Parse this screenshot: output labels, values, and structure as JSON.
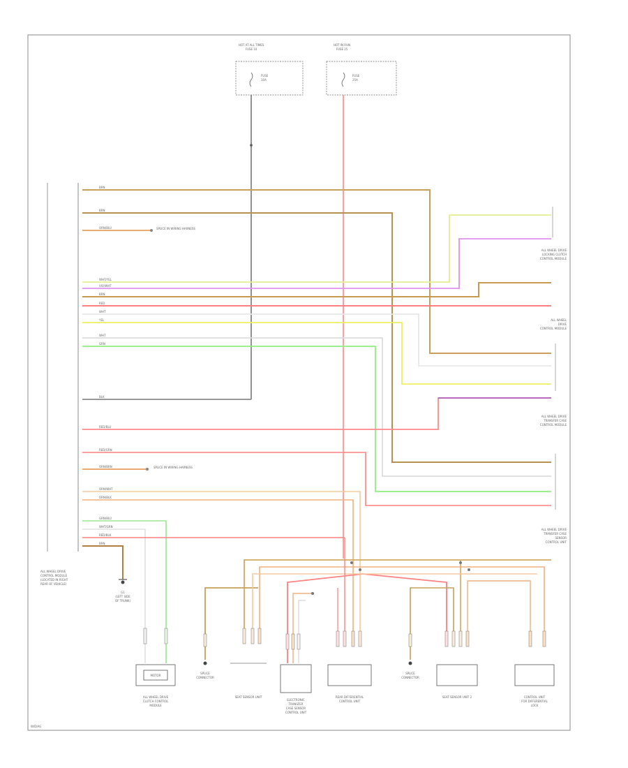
{
  "diagram": {
    "fuse_a": {
      "title": [
        "HOT AT ALL TIMES",
        "FUSE 10"
      ],
      "label": [
        "FUSE",
        "10A"
      ]
    },
    "fuse_b": {
      "title": [
        "HOT IN RUN",
        "FUSE 25"
      ],
      "label": [
        "FUSE",
        "25A"
      ]
    },
    "main_module": [
      "ALL WHEEL DRIVE",
      "CONTROL MODULE",
      "(LOCATED IN RIGHT",
      "REAR OF VEHICLE)"
    ],
    "ground": [
      "G1",
      "(LEFT SIDE",
      "OF TRUNK)"
    ],
    "splice_a": "SPLICE IN WIRING HARNESS",
    "splice_b": "SPLICE IN WIRING HARNESS",
    "right_units": [
      [
        "ALL WHEEL DRIVE",
        "LOCKING CLUTCH",
        "CONTROL MODULE"
      ],
      [
        "ALL WHEEL",
        "DRIVE",
        "CONTROL MODULE"
      ],
      [
        "ALL WHEEL DRIVE",
        "TRANSFER CASE",
        "CONTROL MODULE"
      ],
      [
        "ALL WHEEL DRIVE",
        "TRANSFER CASE",
        "SENSOR",
        "CONTROL UNIT"
      ]
    ],
    "bottom_units": [
      {
        "id": "clutch",
        "label": [
          "ALL WHEEL DRIVE",
          "CLUTCH CONTROL",
          "MODULE"
        ],
        "box": "MOTOR"
      },
      {
        "id": "sp1",
        "label": [
          "SPLICE",
          "CONNECTOR"
        ]
      },
      {
        "id": "sens1",
        "label": [
          "SEAT SENSOR UNIT"
        ]
      },
      {
        "id": "elec",
        "label": [
          "ELECTRONIC",
          "TRANSFER",
          "CASE SENSOR",
          "CONTROL UNIT"
        ]
      },
      {
        "id": "rear",
        "label": [
          "REAR DIFFERENTIAL",
          "CONTROL UNIT"
        ]
      },
      {
        "id": "sp2",
        "label": [
          "SPLICE",
          "CONNECTOR"
        ]
      },
      {
        "id": "sens2",
        "label": [
          "SEAT SENSOR UNIT 2"
        ]
      },
      {
        "id": "ctrl",
        "label": [
          "CONTROL UNIT",
          "FOR DIFFERENTIAL",
          "LOCK"
        ]
      }
    ],
    "wires": [
      {
        "id": "w1",
        "label": "BRN",
        "color": "#c8a05a"
      },
      {
        "id": "w2",
        "label": "BRN",
        "color": "#b89050"
      },
      {
        "id": "w3",
        "label": "ORN/BLU",
        "color": "#e8a060"
      },
      {
        "id": "w4",
        "label": "WHT/YEL",
        "color": "#e6ee90"
      },
      {
        "id": "w5",
        "label": "VIO/WHT",
        "color": "#e090f0"
      },
      {
        "id": "w6",
        "label": "BRN",
        "color": "#c89a50"
      },
      {
        "id": "w7",
        "label": "RED",
        "color": "#ff8080"
      },
      {
        "id": "w8",
        "label": "WHT",
        "color": "#e8e8e8"
      },
      {
        "id": "w9",
        "label": "YEL",
        "color": "#eeee60"
      },
      {
        "id": "w10",
        "label": "WHT",
        "color": "#dcdcdc"
      },
      {
        "id": "w11",
        "label": "GRN",
        "color": "#90ee80"
      },
      {
        "id": "w12",
        "label": "BLK",
        "color": "#777777"
      },
      {
        "id": "w13",
        "label": "RED/BLU",
        "color": "#ff8a8a"
      },
      {
        "id": "w14",
        "label": "RED/GRN",
        "color": "#ff9090"
      },
      {
        "id": "w15",
        "label": "ORN/BRN",
        "color": "#e8a060"
      },
      {
        "id": "w16",
        "label": "ORN/WHT",
        "color": "#f5c8a0"
      },
      {
        "id": "w17",
        "label": "ORN/BLK",
        "color": "#f0b080"
      },
      {
        "id": "w18",
        "label": "GRN/BLU",
        "color": "#9ae890"
      },
      {
        "id": "w19",
        "label": "WHT/GRN",
        "color": "#e0e0e0"
      },
      {
        "id": "w20",
        "label": "RED/BLK",
        "color": "#ff8080"
      },
      {
        "id": "w21",
        "label": "BRN",
        "color": "#b08040"
      }
    ],
    "page_ref": "W/DIAG"
  }
}
